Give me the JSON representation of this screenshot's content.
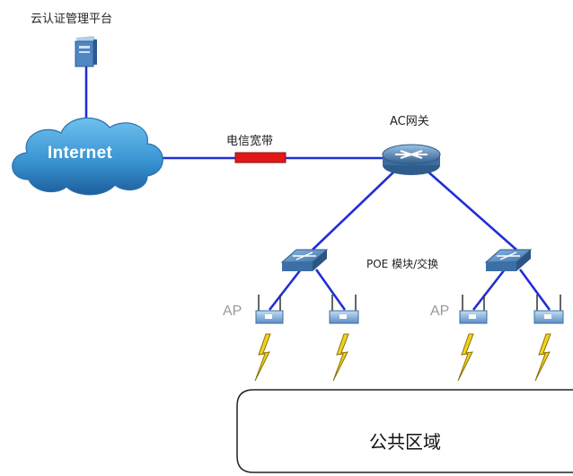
{
  "labels": {
    "auth_platform": "云认证管理平台",
    "internet": "Internet",
    "broadband": "电信宽带",
    "ac_gateway": "AC网关",
    "poe_switch": "POE 模块/交换",
    "ap": "AP",
    "public_area": "公共区域"
  },
  "colors": {
    "link": "#1f2fd6",
    "cloud": "#3a95d3",
    "broadband_bar": "#e01818",
    "router": "#3d6e9b",
    "switch": "#4a7bb0",
    "lightning": "#f2d21a",
    "area_border": "#222222"
  },
  "nodes": {
    "server": {
      "icon": "server-icon"
    },
    "cloud": {
      "icon": "cloud-icon"
    },
    "router": {
      "icon": "router-icon"
    },
    "switches": [
      {
        "icon": "switch-icon"
      },
      {
        "icon": "switch-icon"
      }
    ],
    "access_points": [
      {
        "icon": "access-point-icon"
      },
      {
        "icon": "access-point-icon"
      },
      {
        "icon": "access-point-icon"
      },
      {
        "icon": "access-point-icon"
      }
    ]
  }
}
